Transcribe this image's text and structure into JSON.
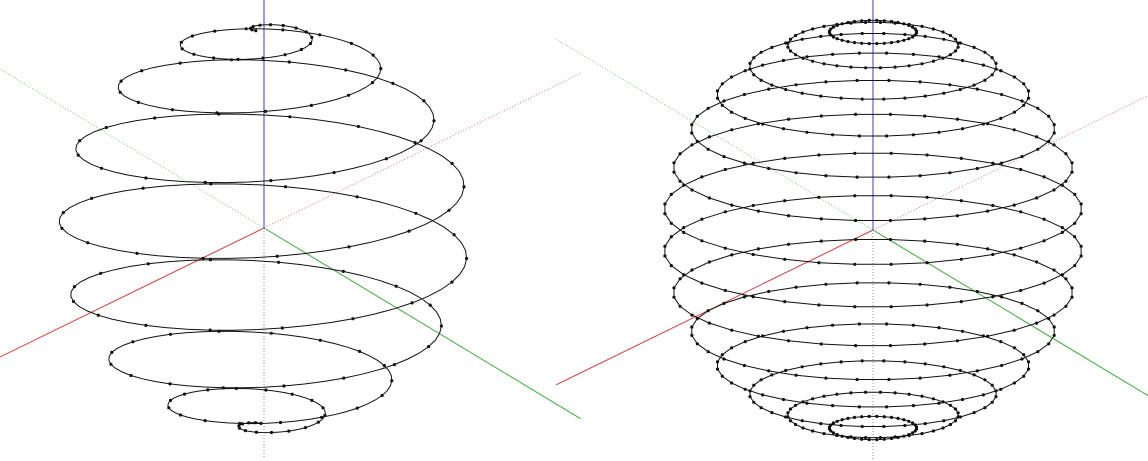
{
  "figure": {
    "panels": [
      {
        "name": "left-sphere",
        "curve": "spherical-spiral",
        "description_visible": false
      },
      {
        "name": "right-sphere",
        "curve": "stacked-latitude-rings",
        "description_visible": false
      }
    ],
    "colors": {
      "background": "#ffffff",
      "wire": "#111111",
      "vertex": "#111111",
      "axis_x": "#d43c3c",
      "axis_y": "#3cab3c",
      "axis_z": "#3c3cc8",
      "axis_x_neg": "#d08080",
      "axis_y_neg": "#80c080",
      "axis_z_neg": "#888888"
    }
  }
}
